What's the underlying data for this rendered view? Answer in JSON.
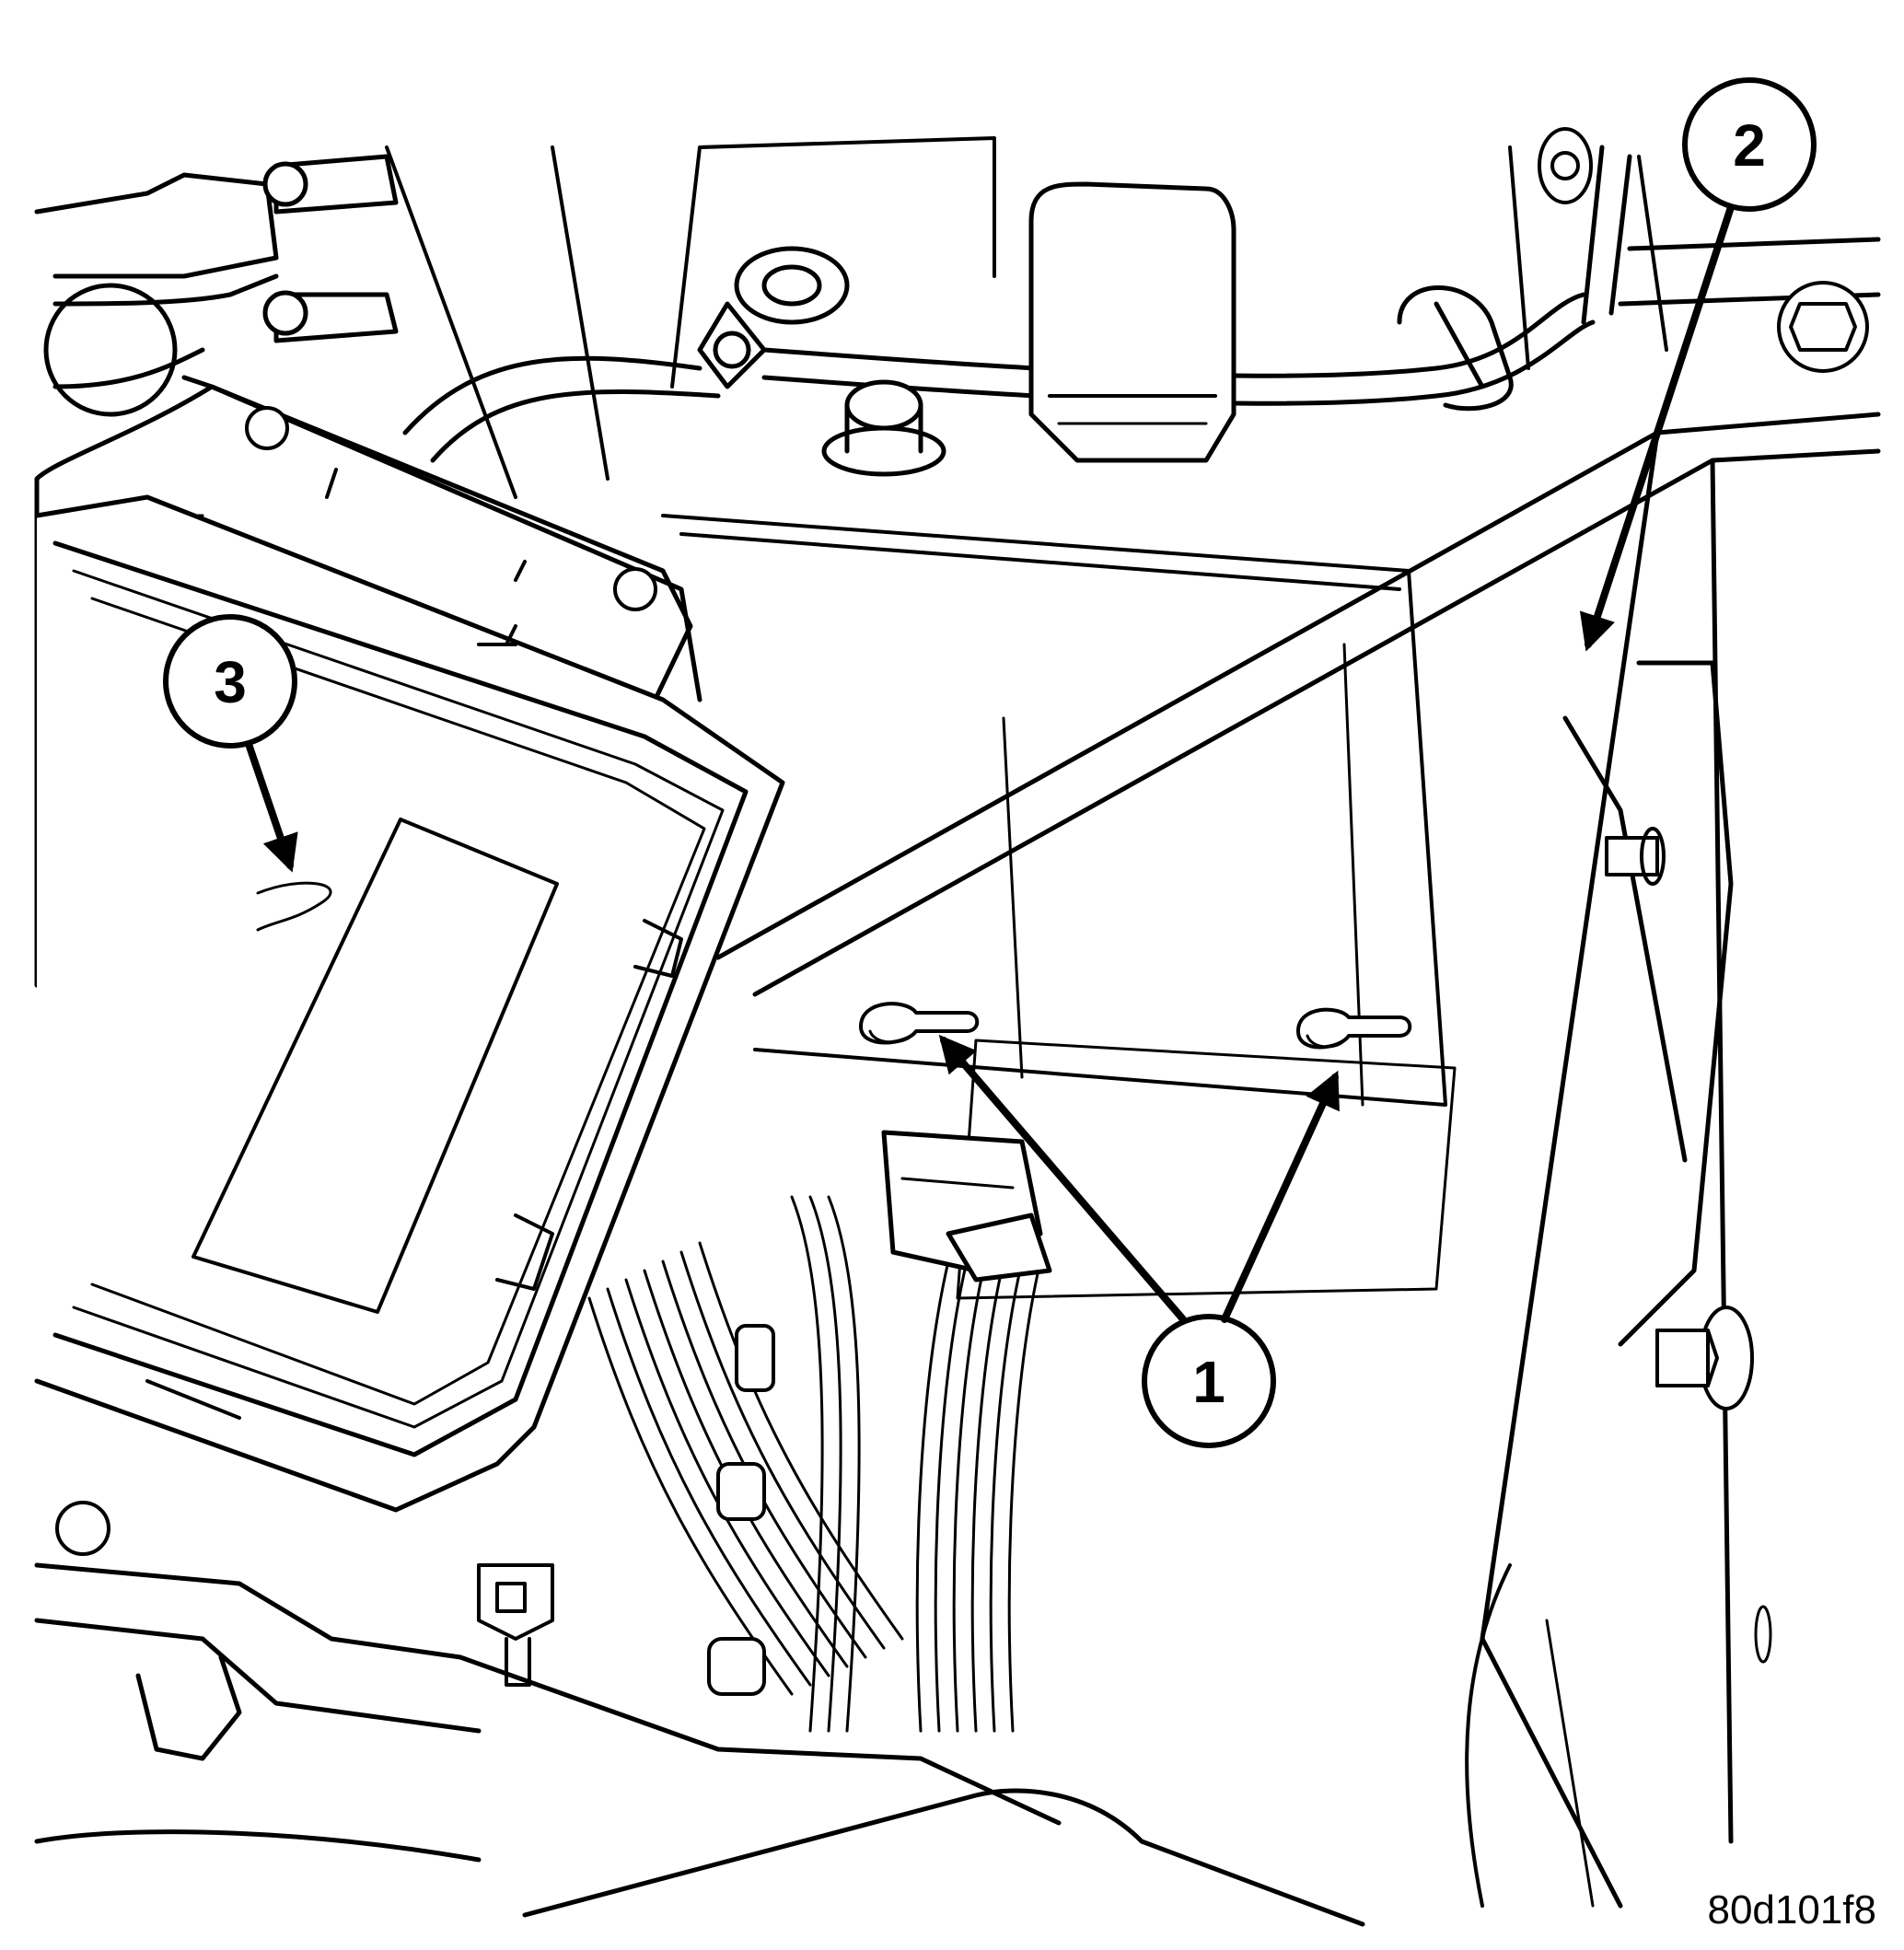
{
  "figure": {
    "id_label": "80d101f8",
    "line_color": "#000000",
    "fill_color": "#ffffff"
  },
  "callouts": [
    {
      "number": "1"
    },
    {
      "number": "2"
    },
    {
      "number": "3"
    }
  ]
}
